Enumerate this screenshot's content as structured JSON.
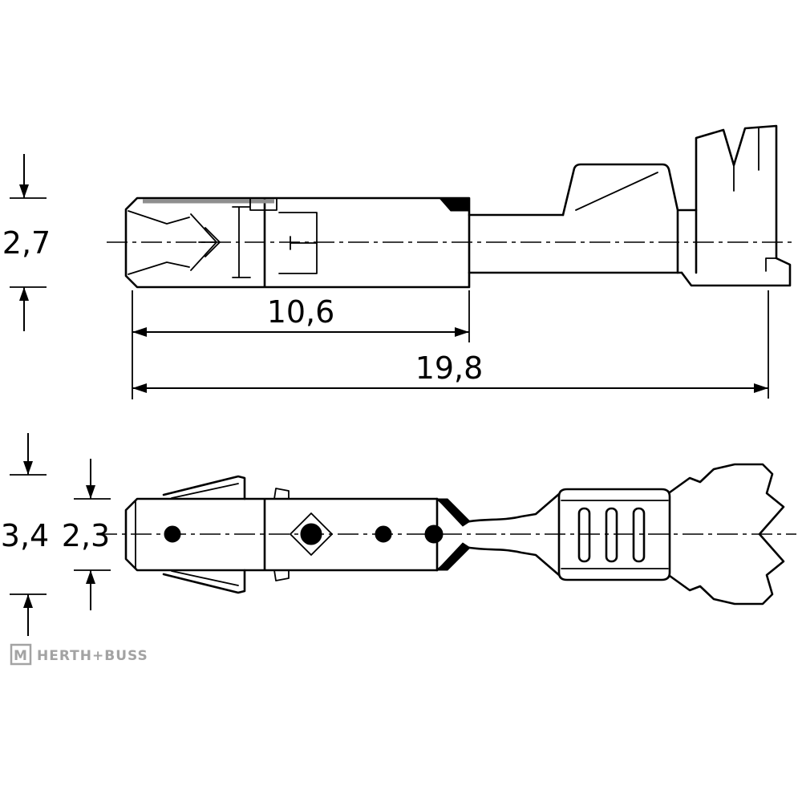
{
  "brand": {
    "mark": "M",
    "name": "HERTH+BUSS"
  },
  "dimensions": {
    "side_height": "2,7",
    "contact_length": "10,6",
    "total_length": "19,8",
    "outer_height": "3,4",
    "inner_height": "2,3"
  },
  "colors": {
    "line": "#000000",
    "brand_gray": "#a3a3a3",
    "background": "#ffffff"
  }
}
